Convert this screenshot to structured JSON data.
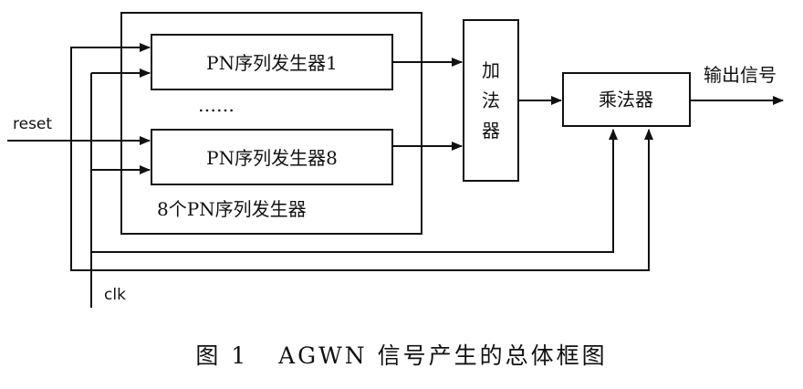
{
  "diagram": {
    "group_label": "8个PN序列发生器",
    "generator_1": "PN序列发生器1",
    "ellipsis": "……",
    "generator_8": "PN序列发生器8",
    "adder_chars": [
      "加",
      "法",
      "器"
    ],
    "multiplier": "乘法器",
    "output_signal": "输出信号",
    "reset": "reset",
    "clk": "clk"
  },
  "caption": "图 1   AGWN 信号产生的总体框图"
}
